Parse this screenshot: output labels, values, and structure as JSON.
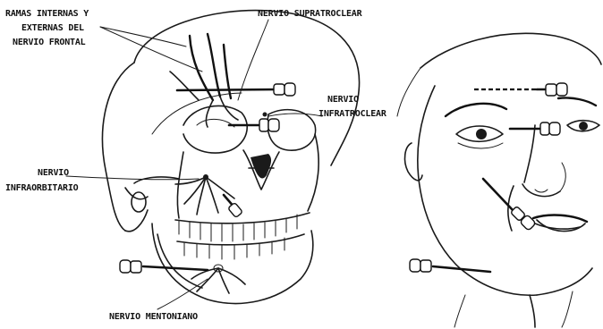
{
  "labels": {
    "ramas_frontal": [
      "RAMAS INTERNAS Y",
      "EXTERNAS DEL",
      "NERVIO FRONTAL"
    ],
    "supratroclear": "NERVIO SUPRATROCLEAR",
    "infratroclear": [
      "NERVIO",
      "INFRATROCLEAR"
    ],
    "infraorbitario": [
      "NERVIO",
      "INFRAORBITARIO"
    ],
    "mentoniano": "NERVIO MENTONIANO"
  },
  "colors": {
    "ink": "#1a1a1a",
    "paper": "#ffffff"
  }
}
